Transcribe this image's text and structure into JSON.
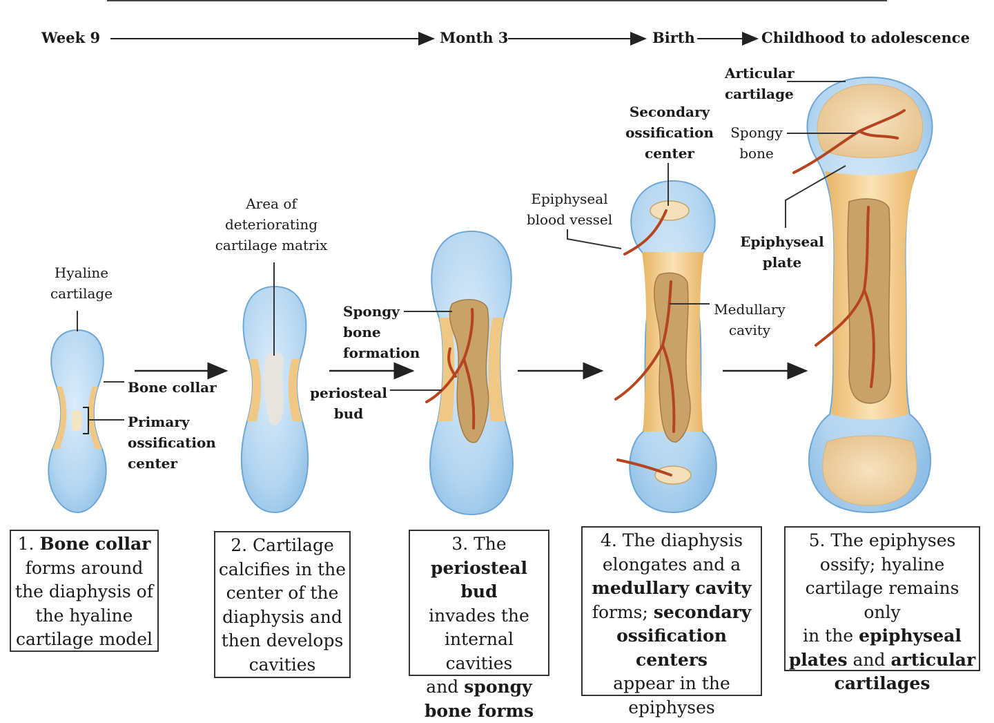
{
  "timeline": {
    "week9": "Week 9",
    "month3": "Month 3",
    "birth": "Birth",
    "childhood": "Childhood to adolescence"
  },
  "labels": {
    "hyaline_cartilage": [
      "Hyaline",
      "cartilage"
    ],
    "bone_collar": "Bone collar",
    "primary_ossification": [
      "Primary",
      "ossification",
      "center"
    ],
    "deteriorating": [
      "Area of",
      "deteriorating",
      "cartilage matrix"
    ],
    "spongy_formation": [
      "Spongy",
      "bone",
      "formation"
    ],
    "periosteal_bud": [
      "periosteal",
      "bud"
    ],
    "epiphyseal_vessel": [
      "Epiphyseal",
      "blood vessel"
    ],
    "secondary_center": [
      "Secondary",
      "ossification",
      "center"
    ],
    "medullary_cavity": [
      "Medullary",
      "cavity"
    ],
    "articular_cartilage": [
      "Articular",
      "cartilage"
    ],
    "spongy_bone": [
      "Spongy",
      "bone"
    ],
    "epiphyseal_plate": [
      "Epiphyseal",
      "plate"
    ]
  },
  "captions": {
    "step1": {
      "number": "1.",
      "bold": "Bone collar",
      "rest": [
        "forms around",
        "the  diaphysis of",
        "the hyaline",
        "cartilage model"
      ]
    },
    "step2": {
      "lines": [
        "2. Cartilage",
        "calcifies in the",
        "center of the",
        "diaphysis and",
        "then develops",
        "cavities"
      ]
    },
    "step3": {
      "line1": "3. The",
      "bold1": "periosteal bud",
      "line3": "invades the",
      "line4": "internal cavities",
      "and": "and",
      "bold2": "spongy",
      "bold3": "bone forms"
    },
    "step4": {
      "line1": "4. The diaphysis",
      "line2": "elongates and a",
      "bold1": "medullary cavity",
      "line4a": "forms;",
      "bold2": "secondary",
      "bold3": "ossification centers",
      "line6": "appear in the",
      "line7": "epiphyses"
    },
    "step5": {
      "line1": "5. The epiphyses",
      "line2": "ossify; hyaline",
      "line3": "cartilage remains only",
      "line4a": "in the",
      "bold1": "epiphyseal",
      "bold2": "plates",
      "line5b": "and",
      "bold3": "articular",
      "bold4": "cartilages"
    }
  },
  "colors": {
    "cartilage": "#b9d9f2",
    "cartilage_edge": "#6ea6d6",
    "bone_collar": "#f0c886",
    "spongy": "#c9a26a",
    "vessel": "#c8461e"
  }
}
